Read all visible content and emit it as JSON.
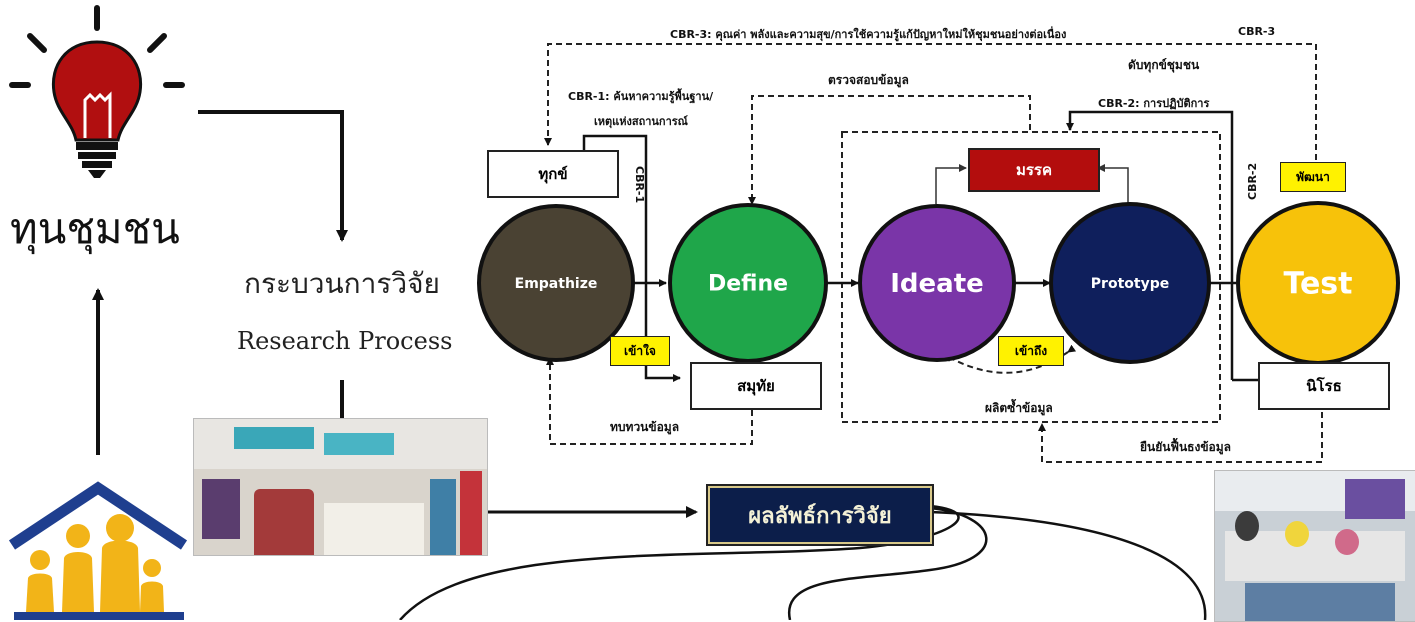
{
  "left": {
    "capital_title": "ทุนชุมชน",
    "process_th": "กระบวนการวิจัย",
    "process_en": "Research Process"
  },
  "stages": {
    "empathize": "Empathize",
    "define": "Define",
    "ideate": "Ideate",
    "prototype": "Prototype",
    "test": "Test"
  },
  "boxes": {
    "suffering": "ทุกข์",
    "cause": "สมุทัย",
    "path": "มรรค",
    "cessation": "นิโรธ"
  },
  "tags": {
    "understand": "เข้าใจ",
    "access": "เข้าถึง",
    "develop": "พัฒนา"
  },
  "labels": {
    "cbr3_top": "CBR-3: คุณค่า พลังและความสุข/การใช้ความรู้แก้ปัญหาใหม่ให้ชุมชนอย่างต่อเนื่อง",
    "cbr3_right": "CBR-3",
    "root_all": "ดับทุกข์ชุมชน",
    "cbr1_line1": "CBR-1: ค้นหาความรู้พื้นฐาน/",
    "cbr1_line2": "เหตุแห่งสถานการณ์",
    "cbr1_vertical": "CBR-1",
    "check_data": "ตรวจสอบข้อมูล",
    "cbr2_top": "CBR-2: การปฏิบัติการ",
    "cbr2_vertical": "CBR-2",
    "review_data": "ทบทวนข้อมูล",
    "reproduce_data": "ผลิตซ้ำข้อมูล",
    "confirm_data": "ยืนยันฟื้นธงข้อมูล"
  },
  "result": "ผลลัพธ์การวิจัย",
  "colors": {
    "empathize": "#4a4233",
    "define": "#1fa64a",
    "ideate": "#7a35a8",
    "prototype": "#0f1f5c",
    "test": "#f7c20a",
    "path_box": "#b30d0d",
    "tag_yellow": "#fff200",
    "bulb_red": "#b10f10",
    "house_blue": "#1f3f8f",
    "family_yellow": "#f2b418",
    "result_bg": "#0c1e4a"
  },
  "icons": {
    "bulb": "lightbulb-icon",
    "house": "house-family-icon"
  }
}
